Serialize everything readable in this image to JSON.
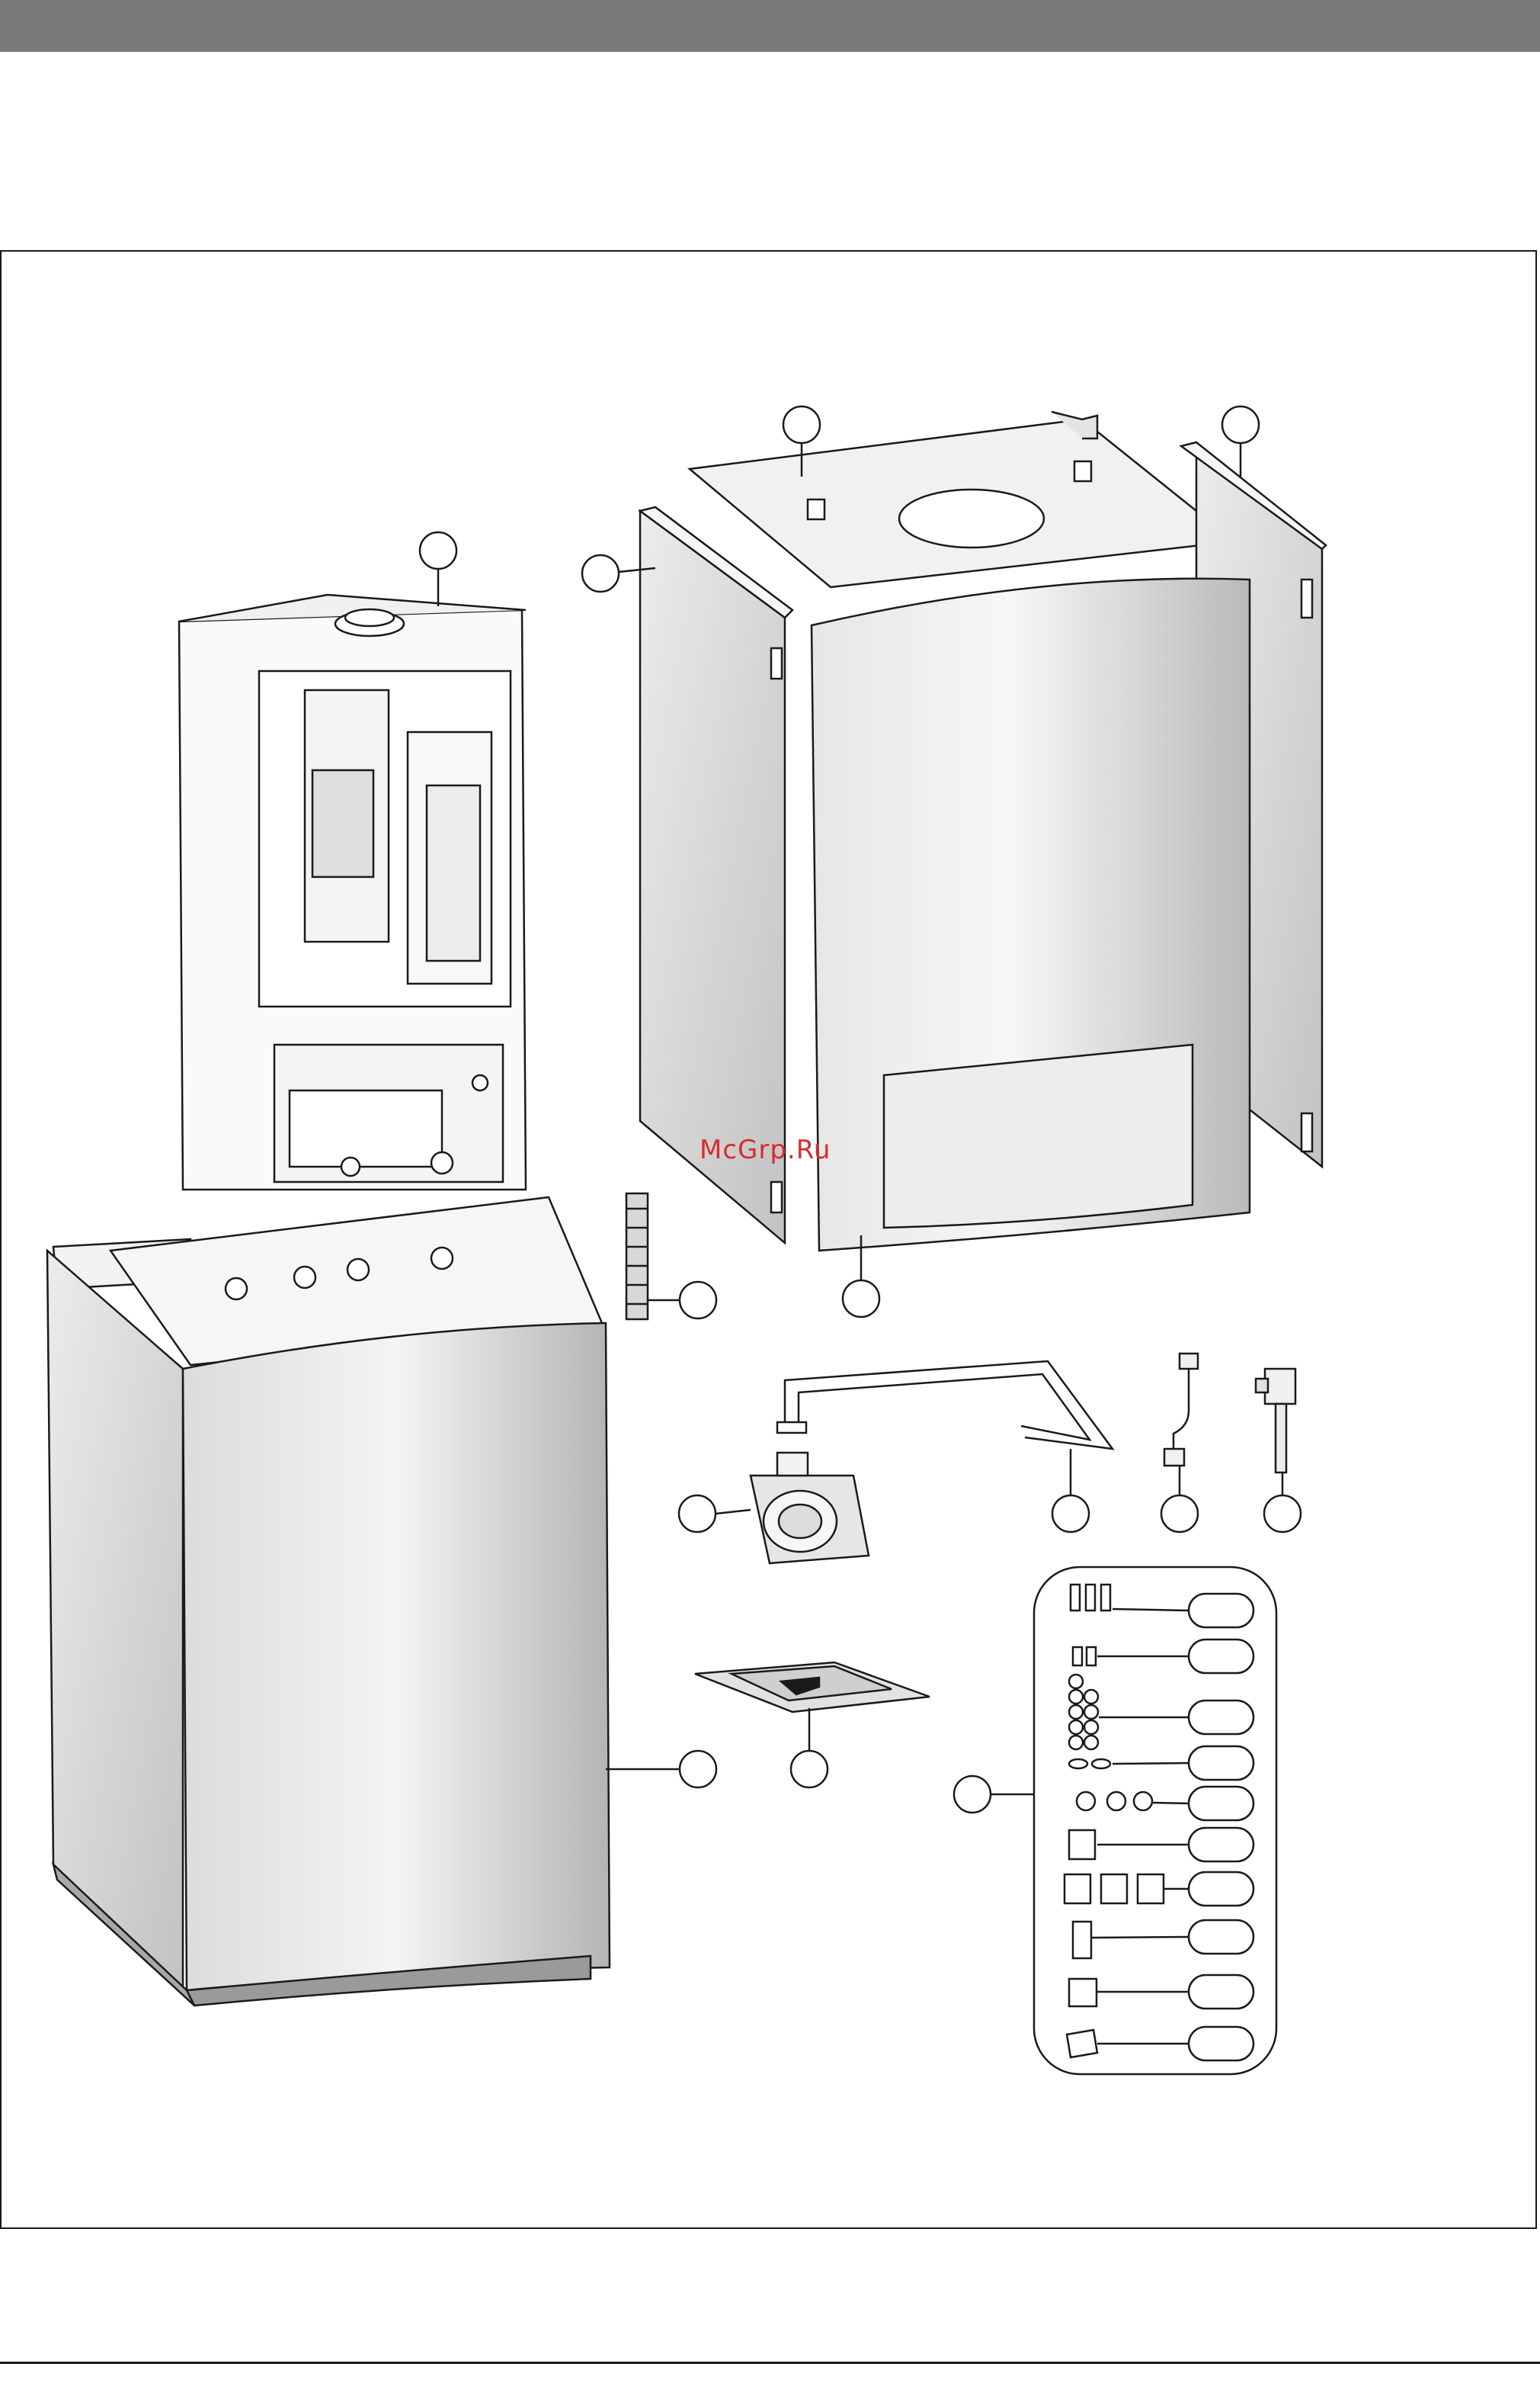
{
  "watermark": "McGrp.Ru",
  "colors": {
    "header_bar": "#7a7a7a",
    "line": "#1a1a1a",
    "panel_light": "#f2f2f2",
    "panel_dark": "#b8b8b8"
  },
  "parts": [
    {
      "id": "boiler-unit",
      "kind": "callout"
    },
    {
      "id": "side-panel-left",
      "kind": "callout"
    },
    {
      "id": "top-plate",
      "kind": "callout"
    },
    {
      "id": "side-panel-right",
      "kind": "callout"
    },
    {
      "id": "flexible-hose",
      "kind": "callout"
    },
    {
      "id": "front-cover",
      "kind": "callout"
    },
    {
      "id": "pump",
      "kind": "callout"
    },
    {
      "id": "pipe-bend",
      "kind": "callout"
    },
    {
      "id": "flex-connector",
      "kind": "callout"
    },
    {
      "id": "valve",
      "kind": "callout"
    },
    {
      "id": "base-cabinet",
      "kind": "callout"
    },
    {
      "id": "documentation",
      "kind": "callout"
    },
    {
      "id": "fixings-kit",
      "kind": "callout"
    }
  ]
}
